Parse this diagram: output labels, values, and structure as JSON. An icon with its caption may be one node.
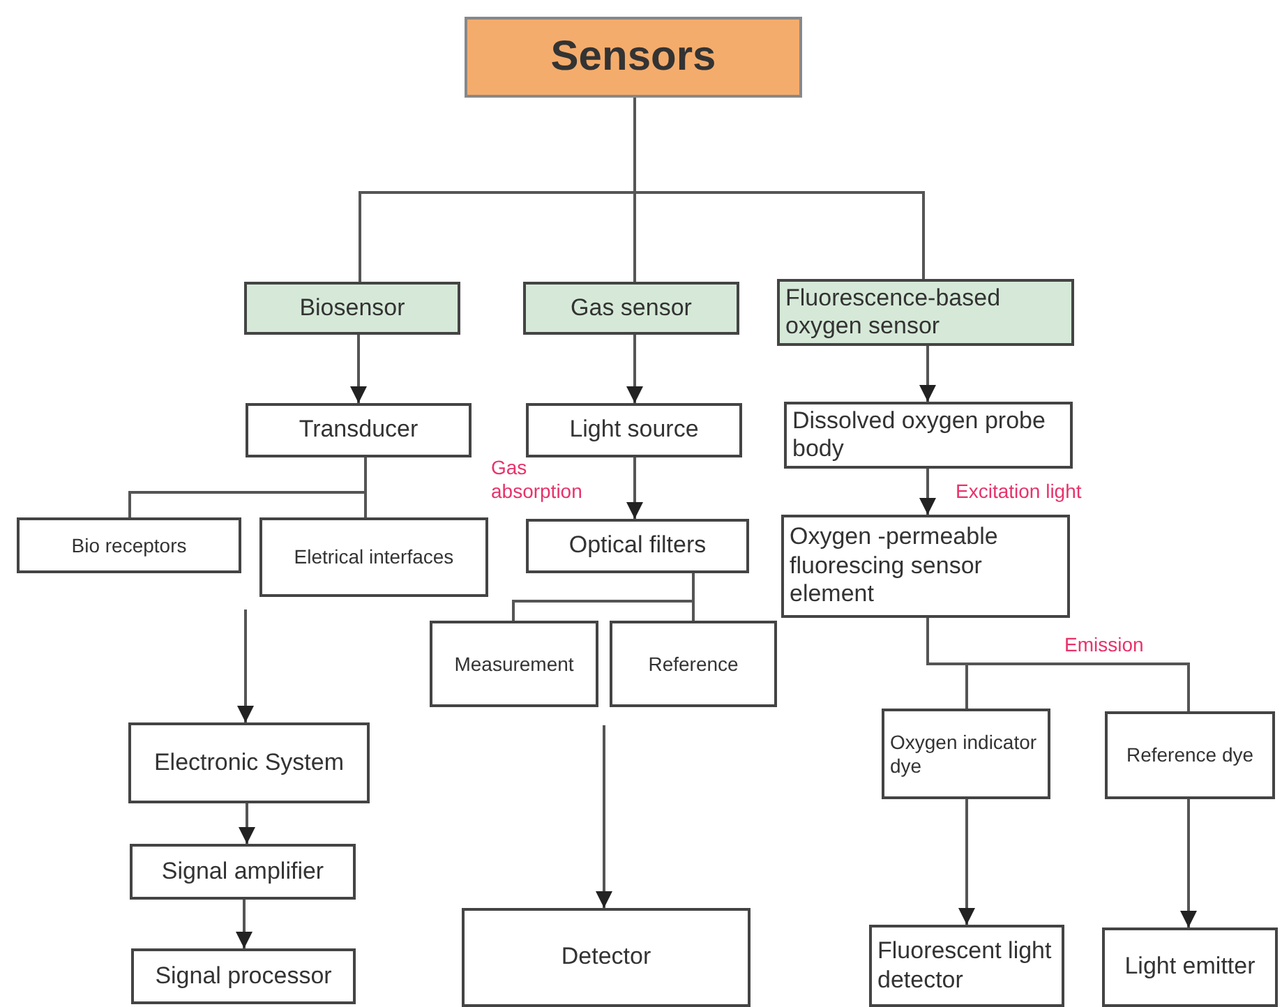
{
  "diagram": {
    "nodes": [
      {
        "text": [
          "Sensors"
        ]
      },
      {
        "text": [
          "Biosensor"
        ]
      },
      {
        "text": [
          "Gas sensor"
        ]
      },
      {
        "text": [
          "Fluorescence-based oxygen sensor"
        ]
      },
      {
        "text": [
          "Transducer"
        ]
      },
      {
        "text": [
          "Light source"
        ]
      },
      {
        "text": [
          "Dissolved oxygen probe body"
        ]
      },
      {
        "text": [
          "Bio receptors"
        ]
      },
      {
        "text": [
          "Eletrical interfaces"
        ]
      },
      {
        "text": [
          "Optical filters"
        ]
      },
      {
        "text": [
          "Oxygen -permeable fluorescing sensor element"
        ]
      },
      {
        "text": [
          "Measurement"
        ]
      },
      {
        "text": [
          "Reference"
        ]
      },
      {
        "text": [
          "Oxygen indicator dye"
        ]
      },
      {
        "text": [
          "Reference dye"
        ]
      },
      {
        "text": [
          "Electronic System"
        ]
      },
      {
        "text": [
          "Signal amplifier"
        ]
      },
      {
        "text": [
          "Signal processor"
        ]
      },
      {
        "text": [
          "Detector"
        ]
      },
      {
        "text": [
          "Fluorescent light detector"
        ]
      },
      {
        "text": [
          "Light emitter"
        ]
      }
    ],
    "edges": [
      {
        "from": 0,
        "to": 1,
        "arrow": "none"
      },
      {
        "from": 0,
        "to": 2,
        "arrow": "none"
      },
      {
        "from": 0,
        "to": 3,
        "arrow": "none"
      },
      {
        "from": 1,
        "to": 4,
        "arrow": "to"
      },
      {
        "from": 2,
        "to": 5,
        "arrow": "to"
      },
      {
        "from": 3,
        "to": 6,
        "arrow": "to"
      },
      {
        "from": 4,
        "to": 7,
        "arrow": "none"
      },
      {
        "from": 4,
        "to": 8,
        "arrow": "none"
      },
      {
        "from": 5,
        "to": 9,
        "arrow": "to",
        "label": "Gas absorption"
      },
      {
        "from": 6,
        "to": 10,
        "arrow": "to",
        "label": "Excitation light"
      },
      {
        "from": 9,
        "to": 11,
        "arrow": "none"
      },
      {
        "from": 9,
        "to": 12,
        "arrow": "none"
      },
      {
        "from": 10,
        "to": 13,
        "arrow": "none"
      },
      {
        "from": 10,
        "to": 14,
        "arrow": "none",
        "label": "Emission"
      },
      {
        "from": null,
        "to": 15,
        "arrow": "to"
      },
      {
        "from": 15,
        "to": 16,
        "arrow": "to"
      },
      {
        "from": 16,
        "to": 17,
        "arrow": "to"
      },
      {
        "from": null,
        "to": 18,
        "arrow": "to"
      },
      {
        "from": 13,
        "to": 19,
        "arrow": "to"
      },
      {
        "from": 14,
        "to": 20,
        "arrow": "to"
      }
    ]
  }
}
